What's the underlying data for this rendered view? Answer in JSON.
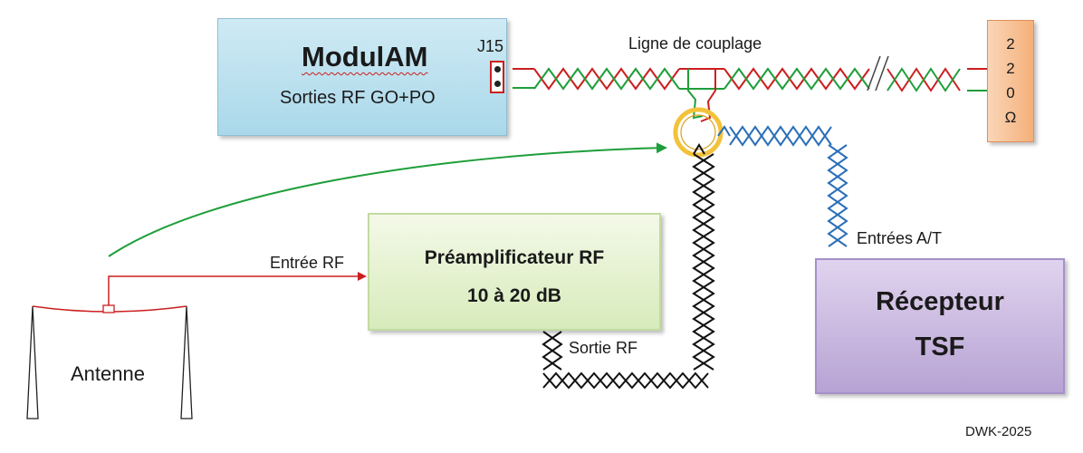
{
  "modulam": {
    "title": "ModulAM",
    "subtitle": "Sorties RF GO+PO",
    "connector": "J15"
  },
  "coupling_line": {
    "label": "Ligne de couplage"
  },
  "load": {
    "chars": [
      "2",
      "2",
      "0",
      "Ω"
    ]
  },
  "preamp": {
    "line1": "Préamplificateur RF",
    "line2": "10 à 20 dB"
  },
  "receiver": {
    "line1": "Récepteur",
    "line2": "TSF"
  },
  "labels": {
    "rf_input": "Entrée RF",
    "rf_output": "Sortie RF",
    "at_inputs": "Entrées A/T",
    "antenna": "Antenne",
    "credit": "DWK-2025"
  },
  "colors": {
    "red": "#cc1f1f",
    "green": "#1e9e3a",
    "blue": "#2a6fb8",
    "black": "#111111",
    "ring": "#f2c23a"
  }
}
